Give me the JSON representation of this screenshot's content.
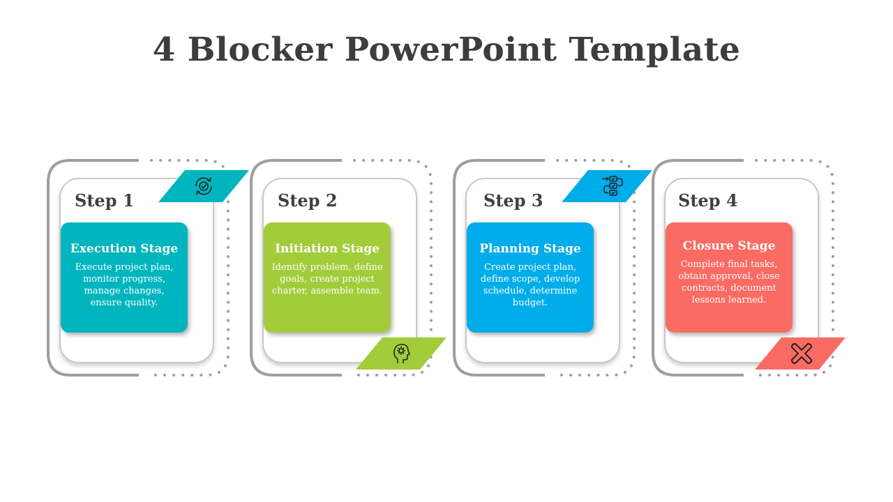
{
  "title": "4 Blocker PowerPoint Template",
  "colors": {
    "teal": "#00B5BD",
    "green": "#A2CC3A",
    "blue": "#00ACE9",
    "red": "#FA6B63",
    "frame": "#9e9e9e"
  },
  "steps": [
    {
      "step": "Step 1",
      "stage": "Execution Stage",
      "description": "Execute project plan, monitor progress, manage changes, ensure quality.",
      "icon": "cycle-check-icon",
      "color": "#00B5BD"
    },
    {
      "step": "Step 2",
      "stage": "Initiation Stage",
      "description": "Identify problem, define goals, create project charter, assemble team.",
      "icon": "head-gear-icon",
      "color": "#A2CC3A"
    },
    {
      "step": "Step 3",
      "stage": "Planning Stage",
      "description": "Create project plan, define scope, develop schedule, determine budget.",
      "icon": "checklist-flow-icon",
      "color": "#00ACE9"
    },
    {
      "step": "Step 4",
      "stage": "Closure Stage",
      "description": "Complete final tasks, obtain approval, close contracts, document lessons learned.",
      "icon": "close-x-icon",
      "color": "#FA6B63"
    }
  ]
}
